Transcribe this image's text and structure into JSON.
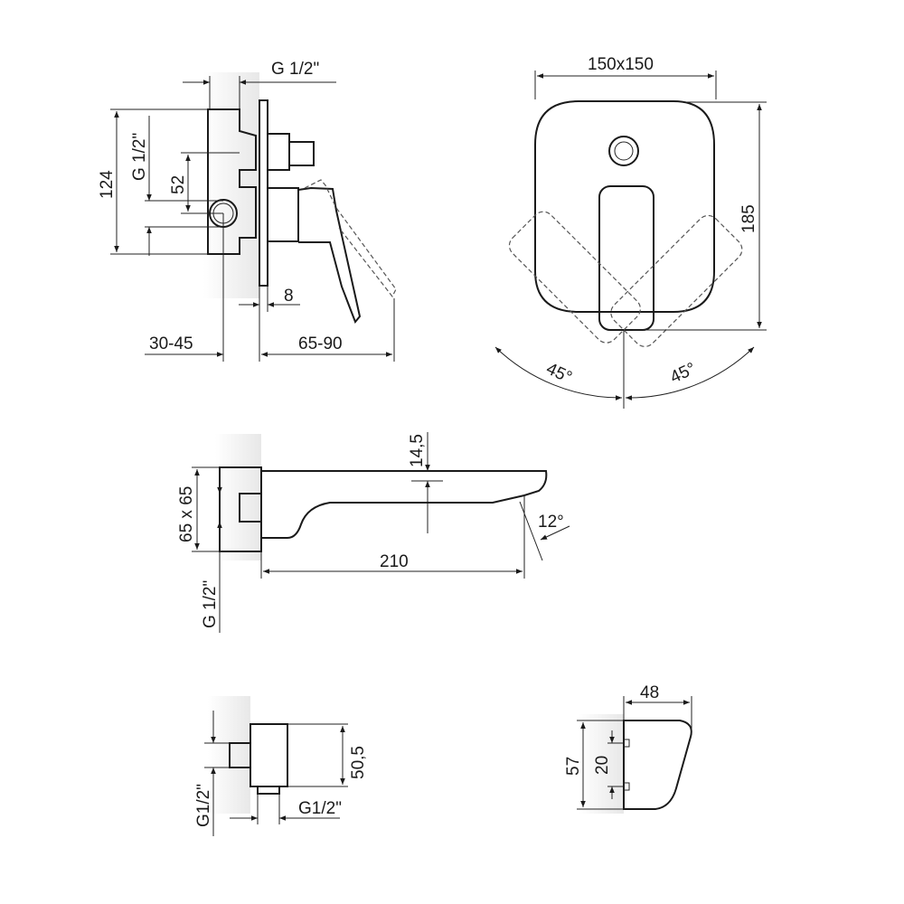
{
  "mixer_side": {
    "inlet_top": "G 1/2\"",
    "height": "124",
    "inlet_side": "G 1/2\"",
    "spacing": "52",
    "plate": "8",
    "wall_depth": "30-45",
    "projection": "65-90"
  },
  "mixer_front": {
    "plate_size": "150x150",
    "height": "185",
    "angle_left": "45°",
    "angle_right": "45°"
  },
  "spout": {
    "thickness": "14,5",
    "plate_size": "65 x 65",
    "thread": "G 1/2\"",
    "length": "210",
    "angle": "12°"
  },
  "outlet": {
    "thread_back": "G1/2\"",
    "height": "50,5",
    "thread_bottom": "G1/2\""
  },
  "holder": {
    "depth": "48",
    "height": "57",
    "spacing": "20"
  }
}
